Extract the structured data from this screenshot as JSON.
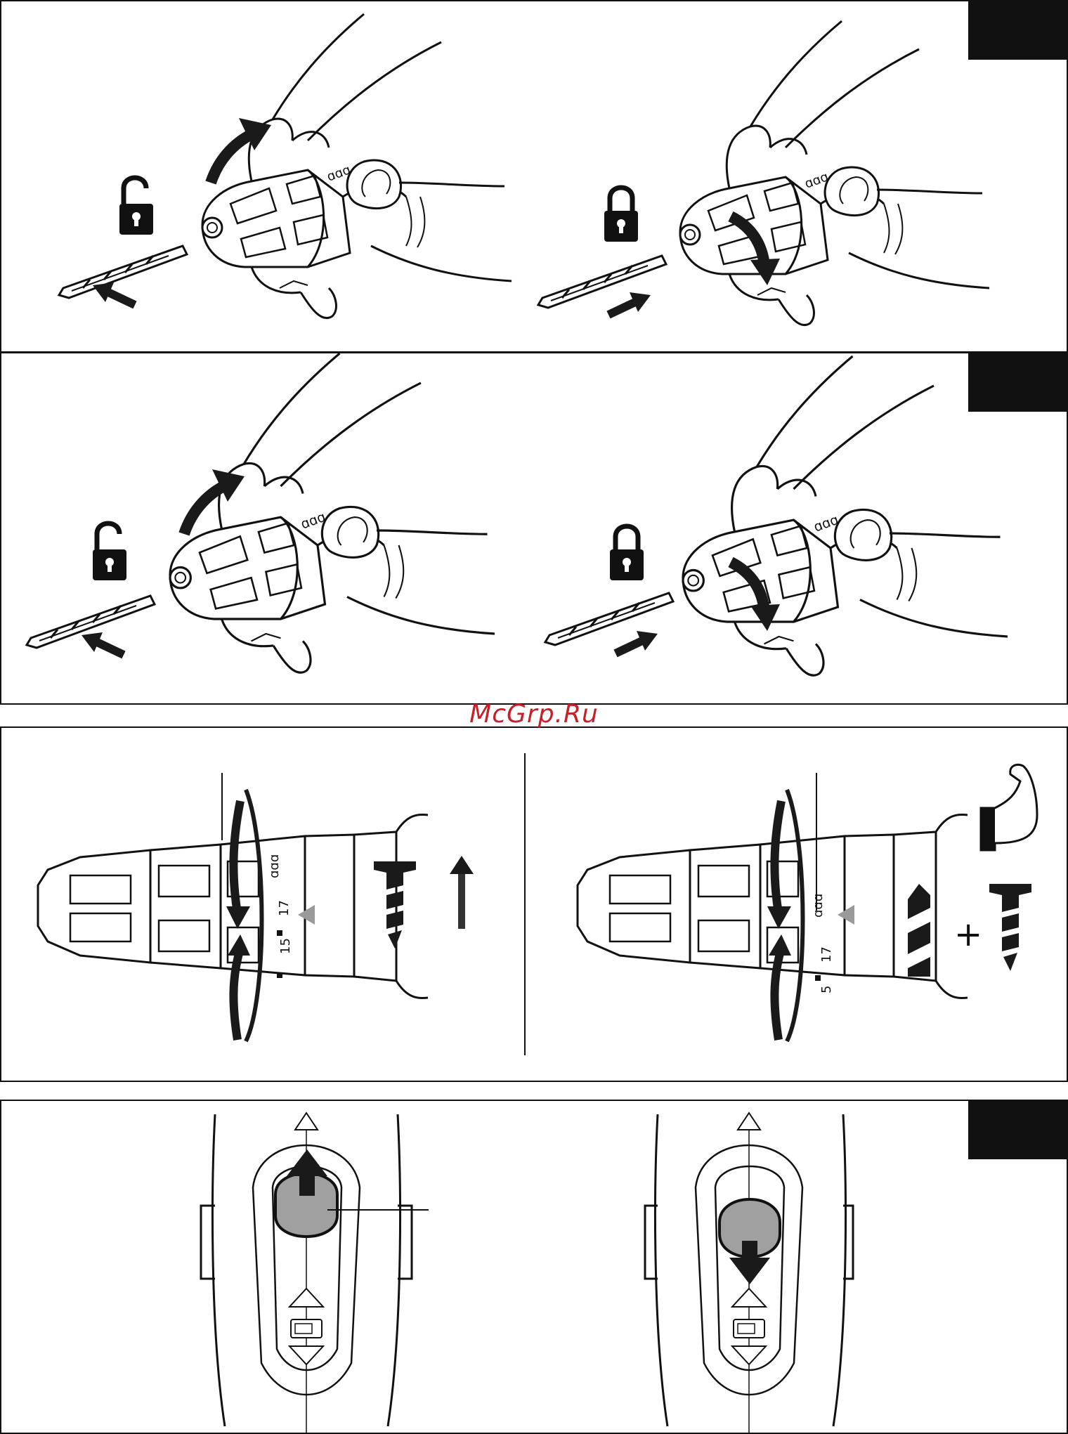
{
  "watermark": {
    "text": "McGrp.Ru",
    "color": "#c8202a"
  },
  "colors": {
    "line": "#111111",
    "arrow": "#1a1a1a",
    "knob": "#a0a0a0",
    "tab": "#1a1a1a",
    "pointer": "#9a9a9a"
  },
  "panels": [
    {
      "id": "keyless-chuck-large",
      "icons": [
        "unlock-icon",
        "lock-icon"
      ]
    },
    {
      "id": "keyless-chuck-small",
      "icons": [
        "unlock-icon",
        "lock-icon"
      ]
    },
    {
      "id": "torque-setting",
      "left": {
        "scale_a": "17",
        "scale_b": "15",
        "symbols": [
          "screw-icon",
          "direction-arrow-icon"
        ]
      },
      "right": {
        "scale_a": "17",
        "scale_b": "5",
        "symbols": [
          "strength-arm-icon",
          "drill-bit-icon",
          "plus-icon",
          "screw-icon"
        ],
        "plus": "+"
      }
    },
    {
      "id": "speed-switch",
      "icons": [
        "up-arrow-icon",
        "down-arrow-icon",
        "battery-icon"
      ]
    }
  ]
}
